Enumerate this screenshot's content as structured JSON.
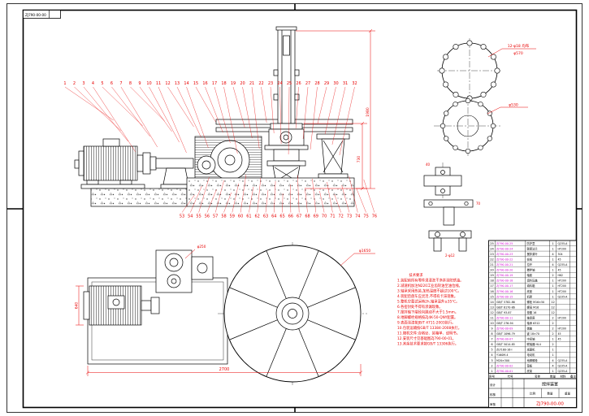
{
  "colors": {
    "black": "#000000",
    "red": "#e80000",
    "magenta": "#d400d4"
  },
  "corner_label": "ZJ790-00-00",
  "elevation": {
    "top_callouts": [
      "1",
      "2",
      "3",
      "4",
      "5",
      "6",
      "7",
      "8",
      "9",
      "10",
      "11",
      "12",
      "13",
      "14",
      "15",
      "16",
      "17",
      "18",
      "19",
      "20",
      "21",
      "22",
      "23",
      "24",
      "25",
      "26",
      "27",
      "28",
      "29",
      "30",
      "31",
      "32"
    ],
    "bottom_callouts": [
      "53",
      "54",
      "55",
      "56",
      "57",
      "58",
      "59",
      "60",
      "61",
      "62",
      "63",
      "64",
      "65",
      "66",
      "67",
      "68",
      "69",
      "70",
      "71",
      "72",
      "73",
      "74",
      "75",
      "76"
    ],
    "dims": {
      "total_height": "1980",
      "stand_height": "730"
    }
  },
  "flanges": {
    "note": "12-φ18 均布",
    "upper_dia": "φ570",
    "lower_dia": "φ530"
  },
  "details": {
    "d1": "40",
    "d2": "70",
    "d3": "2-φ12"
  },
  "tech_req": {
    "lines": [
      "技术要求",
      "1.装配前所有零件须清洗干净并涂防锈油。",
      "2.减速机加注N220工业齿轮油至油位线。",
      "3.轴承采用热装,加热温度不超过100℃。",
      "4.装配后盘车应灵活,不得有卡滞现象。",
      "5.整机空载试运转2h,轴承温升≤35℃。",
      "6.各密封处不得有渗漏现象。",
      "7.搅拌轴下端径向跳动不大于1.5mm。",
      "8.地脚螺栓规格按ZJ4K-50-QNY配置。",
      "9.表面涂漆按JB/T 4711-2003执行。",
      "10.包装运输按GB/T 13384-2008执行。",
      "11.随机文件:合格证、装箱单、说明书。",
      "12.安装尺寸见基础图ZJ790-00-01。",
      "13.其余技术要求按GB/T 13306执行。"
    ]
  },
  "plan": {
    "dims": {
      "overall": "2700",
      "motor_width": "640",
      "circle": "φ1650",
      "cluster": "φ250"
    }
  },
  "bom": {
    "headers": [
      "序号",
      "代号",
      "名称",
      "数量",
      "材料",
      "备注"
    ],
    "rows": [
      {
        "no": "25",
        "code": "ZJ790-00-25",
        "name": "防护罩",
        "qty": "1",
        "mat": "Q235-A",
        "pink": true
      },
      {
        "no": "24",
        "code": "ZJ790-00-24",
        "name": "联接法兰",
        "qty": "1",
        "mat": "HT200",
        "pink": true
      },
      {
        "no": "23",
        "code": "ZJ790-00-23",
        "name": "搅拌桨叶",
        "qty": "4",
        "mat": "304",
        "pink": true
      },
      {
        "no": "22",
        "code": "ZJ790-00-22",
        "name": "轮毂",
        "qty": "1",
        "mat": "45",
        "pink": true
      },
      {
        "no": "21",
        "code": "ZJ790-00-21",
        "name": "拉杆",
        "qty": "4",
        "mat": "Q235-A",
        "pink": true
      },
      {
        "no": "20",
        "code": "ZJ790-00-20",
        "name": "搅拌轴",
        "qty": "1",
        "mat": "45",
        "pink": true
      },
      {
        "no": "19",
        "code": "ZJ790-00-19",
        "name": "轴套",
        "qty": "2",
        "mat": "H62",
        "pink": true
      },
      {
        "no": "18",
        "code": "ZJ790-00-18",
        "name": "填料压盖",
        "qty": "1",
        "mat": "HT200",
        "pink": true
      },
      {
        "no": "17",
        "code": "ZJ790-00-17",
        "name": "填料箱",
        "qty": "1",
        "mat": "HT200",
        "pink": true
      },
      {
        "no": "16",
        "code": "ZJ790-00-16",
        "name": "底座",
        "qty": "1",
        "mat": "HT200",
        "pink": true
      },
      {
        "no": "15",
        "code": "ZJ790-00-15",
        "name": "机架",
        "qty": "1",
        "mat": "Q235-A",
        "pink": true
      },
      {
        "no": "14",
        "code": "GB/T 5782-86",
        "name": "螺栓 M16×50",
        "qty": "12",
        "mat": "",
        "pink": false
      },
      {
        "no": "13",
        "code": "GB/T 6170-86",
        "name": "螺母 M16",
        "qty": "12",
        "mat": "",
        "pink": false
      },
      {
        "no": "12",
        "code": "GB/T 93-87",
        "name": "垫圈 16",
        "qty": "12",
        "mat": "",
        "pink": false
      },
      {
        "no": "11",
        "code": "ZJ790-00-11",
        "name": "轴承座",
        "qty": "2",
        "mat": "HT200",
        "pink": true
      },
      {
        "no": "10",
        "code": "GB/T 276-94",
        "name": "轴承 6312",
        "qty": "2",
        "mat": "",
        "pink": false
      },
      {
        "no": "9",
        "code": "ZJ790-00-09",
        "name": "端盖",
        "qty": "2",
        "mat": "HT200",
        "pink": true
      },
      {
        "no": "8",
        "code": "GB/T 1096-79",
        "name": "键 18×70",
        "qty": "2",
        "mat": "45",
        "pink": false
      },
      {
        "no": "7",
        "code": "ZJ790-00-07",
        "name": "中间轴",
        "qty": "1",
        "mat": "45",
        "pink": true
      },
      {
        "no": "6",
        "code": "GB/T 5014-85",
        "name": "联轴器 HL4",
        "qty": "2",
        "mat": "",
        "pink": false
      },
      {
        "no": "5",
        "code": "ZLY180-16-Ⅰ",
        "name": "减速机",
        "qty": "1",
        "mat": "",
        "pink": false
      },
      {
        "no": "4",
        "code": "Y160M-4",
        "name": "电动机",
        "qty": "1",
        "mat": "",
        "pink": false
      },
      {
        "no": "3",
        "code": "M20×300",
        "name": "地脚螺栓",
        "qty": "4",
        "mat": "Q235-A",
        "pink": false
      },
      {
        "no": "2",
        "code": "ZJ790-00-02",
        "name": "垫板",
        "qty": "4",
        "mat": "Q235-A",
        "pink": true
      },
      {
        "no": "1",
        "code": "ZJ790-00-01",
        "name": "底架",
        "qty": "1",
        "mat": "Q235-A",
        "pink": true
      }
    ]
  },
  "title_block": {
    "product": "搅拌装置",
    "drawing_no": "ZJ790-00-00",
    "fields": [
      "设计",
      "校核",
      "审核"
    ],
    "labels": [
      "比例",
      "数量",
      "重量"
    ]
  }
}
